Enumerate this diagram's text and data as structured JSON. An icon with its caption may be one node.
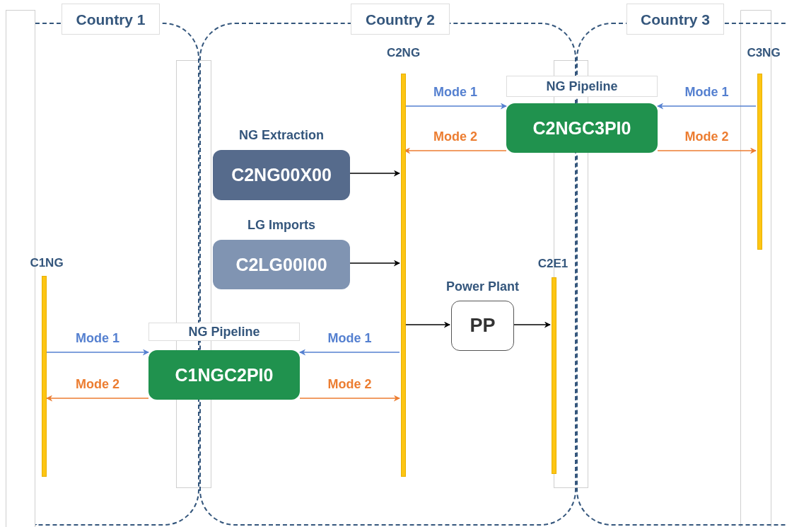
{
  "diagram": {
    "nodes": [
      {
        "text": [
          "Country 1"
        ]
      },
      {
        "text": [
          "Country 2"
        ]
      },
      {
        "text": [
          "Country 3"
        ]
      },
      {
        "text": [
          "C2NG"
        ],
        "in": 1
      },
      {
        "text": [
          "NG Pipeline"
        ]
      },
      {
        "text": [
          "C2NGC3PI0"
        ]
      },
      {
        "text": [
          "C3NG"
        ],
        "in": 2
      },
      {
        "text": [
          "NG Extraction",
          "C2NG00X00"
        ],
        "in": 1
      },
      {
        "text": [
          "LG Imports",
          "C2LG00I00"
        ],
        "in": 1
      },
      {
        "text": [
          "C1NG"
        ],
        "in": 0
      },
      {
        "text": [
          "C2E1"
        ],
        "in": 1
      },
      {
        "text": [
          "Power Plant",
          "PP"
        ],
        "in": 1
      },
      {
        "text": [
          "NG Pipeline"
        ]
      },
      {
        "text": [
          "C1NGC2PI0"
        ]
      },
      {
        "text": [],
        "shape": "bar"
      },
      {
        "text": [],
        "shape": "bar"
      }
    ],
    "edges": [
      {
        "from": 3,
        "to": 5,
        "arrow": "to",
        "label": "Mode 1",
        "color": "#5580d0"
      },
      {
        "from": 5,
        "to": 3,
        "arrow": "to",
        "label": "Mode 2",
        "color": "#ec7d31"
      },
      {
        "from": 6,
        "to": 5,
        "arrow": "to",
        "label": "Mode 1",
        "color": "#5580d0"
      },
      {
        "from": 5,
        "to": 6,
        "arrow": "to",
        "label": "Mode 2",
        "color": "#ec7d31"
      },
      {
        "from": 7,
        "to": 3,
        "arrow": "to",
        "color": "#000000"
      },
      {
        "from": 8,
        "to": 3,
        "arrow": "to",
        "color": "#000000"
      },
      {
        "from": 3,
        "to": 11,
        "arrow": "to",
        "color": "#000000"
      },
      {
        "from": 11,
        "to": 10,
        "arrow": "to",
        "color": "#000000"
      },
      {
        "from": 9,
        "to": 13,
        "arrow": "to",
        "label": "Mode 1",
        "color": "#5580d0"
      },
      {
        "from": 13,
        "to": 9,
        "arrow": "to",
        "label": "Mode 2",
        "color": "#ec7d31"
      },
      {
        "from": 3,
        "to": 13,
        "arrow": "to",
        "label": "Mode 1",
        "color": "#5580d0"
      },
      {
        "from": 13,
        "to": 3,
        "arrow": "to",
        "label": "Mode 2",
        "color": "#ec7d31"
      }
    ]
  }
}
